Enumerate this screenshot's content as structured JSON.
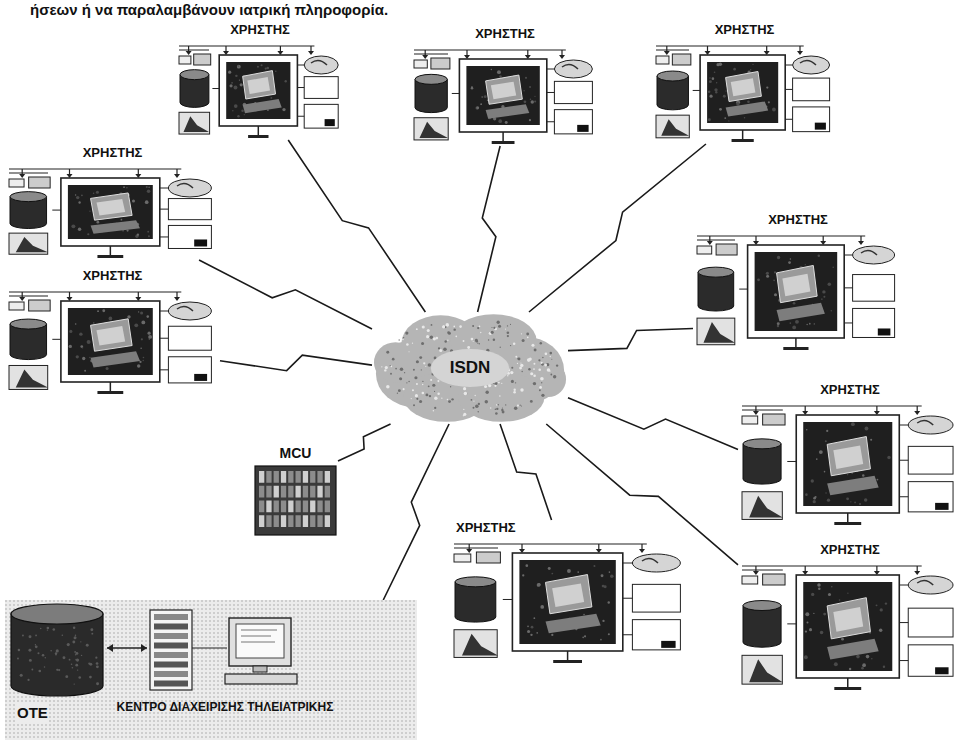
{
  "diagram": {
    "nodes": [
      {
        "text": [
          "ΧΡΗΣΤΗΣ"
        ]
      },
      {
        "text": [
          "ΧΡΗΣΤΗΣ"
        ]
      },
      {
        "text": [
          "ΧΡΗΣΤΗΣ"
        ]
      },
      {
        "text": [
          "ΧΡΗΣΤΗΣ"
        ]
      },
      {
        "text": [
          "ΧΡΗΣΤΗΣ"
        ]
      },
      {
        "text": [
          "ΧΡΗΣΤΗΣ"
        ]
      },
      {
        "text": [
          "ISDN"
        ]
      },
      {
        "text": [
          "ΧΡΗΣΤΗΣ"
        ]
      },
      {
        "text": [
          "MCU"
        ]
      },
      {
        "text": [
          "ΧΡΗΣΤΗΣ"
        ]
      },
      {
        "text": [
          "ΧΡΗΣΤΗΣ"
        ]
      },
      {
        "text": [
          "ΟΤΕ",
          "ΚΕΝΤΡΟ ΔΙΑΧΕΙΡΙΣΗΣ ΤΗΛΕΙΑΤΡΙΚΗΣ"
        ]
      }
    ],
    "edges": [
      {
        "from": 0,
        "to": 6,
        "arrow": "none"
      },
      {
        "from": 1,
        "to": 6,
        "arrow": "none"
      },
      {
        "from": 2,
        "to": 6,
        "arrow": "none"
      },
      {
        "from": 3,
        "to": 6,
        "arrow": "none"
      },
      {
        "from": 4,
        "to": 6,
        "arrow": "none"
      },
      {
        "from": 5,
        "to": 6,
        "arrow": "none"
      },
      {
        "from": 7,
        "to": 6,
        "arrow": "none"
      },
      {
        "from": 8,
        "to": 6,
        "arrow": "none"
      },
      {
        "from": 9,
        "to": 6,
        "arrow": "none"
      },
      {
        "from": 10,
        "to": 6,
        "arrow": "none"
      },
      {
        "from": 11,
        "to": 6,
        "arrow": "none"
      }
    ],
    "labels": [
      "ήσεων ή να παραλαμβάνουν ιατρική πληροφορία."
    ]
  }
}
